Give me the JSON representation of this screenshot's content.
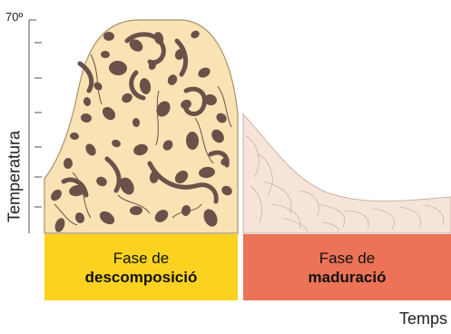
{
  "axis": {
    "y_label": "Temperatura",
    "y_max_label": "70º",
    "x_label": "Temps"
  },
  "phases": [
    {
      "line1": "Fase de",
      "line2": "descomposició",
      "color": "#fcd220"
    },
    {
      "line1": "Fase de",
      "line2": "maduració",
      "color": "#ec7357"
    }
  ],
  "colors": {
    "decomposition_fill": "#f9e3b4",
    "decomposition_outline": "#a8926b",
    "organic_matter": "#6b5149",
    "maturation_fill": "#f7e4d8",
    "maturation_outline": "#c9b2a6"
  }
}
